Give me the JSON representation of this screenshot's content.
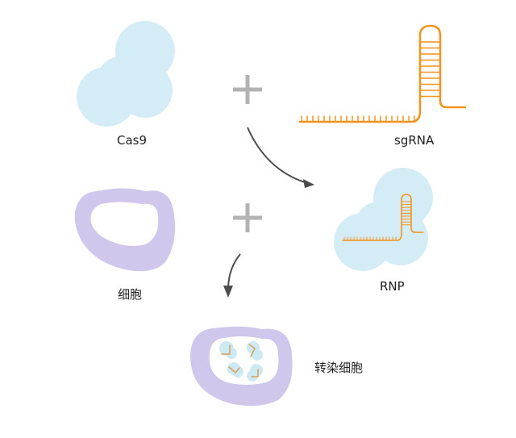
{
  "labels": {
    "cas9": "Cas9",
    "sgrna": "sgRNA",
    "cell": "细胞",
    "rnp": "RNP",
    "transfected_cell": "转染细胞"
  },
  "colors": {
    "protein": "#d4ecf5",
    "rna": "#f5921e",
    "membrane": "#cfc8ec",
    "plus": "#b3b3b3",
    "arrow": "#4d4d4d",
    "text": "#222222"
  },
  "operators": {
    "top": "plus",
    "bottom": "plus"
  }
}
